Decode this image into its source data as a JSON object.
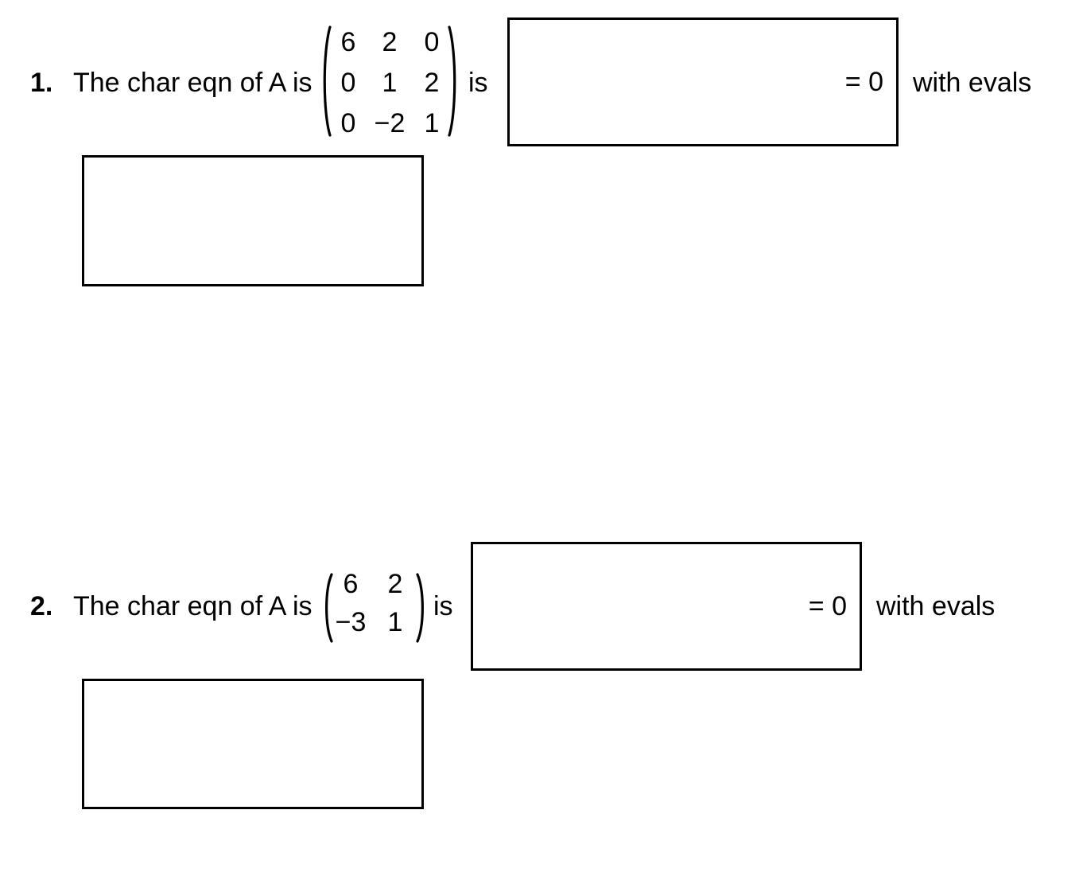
{
  "page": {
    "background_color": "#ffffff",
    "text_color": "#000000",
    "border_color": "#000000"
  },
  "problems": [
    {
      "number": "1.",
      "prompt": "The char eqn of A is",
      "matrix": {
        "rows": [
          [
            "6",
            "2",
            "0"
          ],
          [
            "0",
            "1",
            "2"
          ],
          [
            "0",
            "−2",
            "1"
          ]
        ]
      },
      "connector": "is",
      "equation_suffix": "= 0",
      "suffix": "with evals"
    },
    {
      "number": "2.",
      "prompt": "The char eqn of A is",
      "matrix": {
        "rows": [
          [
            "6",
            "2"
          ],
          [
            "−3",
            "1"
          ]
        ]
      },
      "connector": "is",
      "equation_suffix": "= 0",
      "suffix": "with evals"
    }
  ]
}
